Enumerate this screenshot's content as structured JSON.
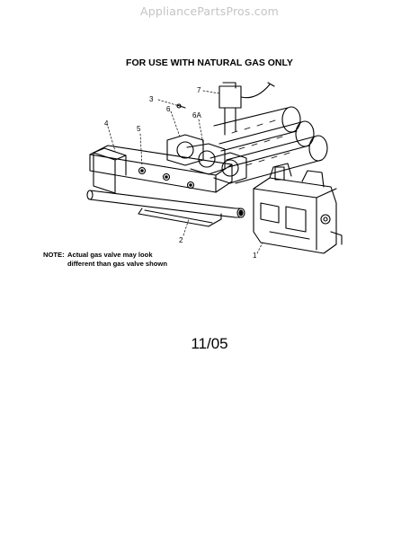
{
  "site": {
    "watermark": "AppliancePartsPros.com"
  },
  "diagram": {
    "title": "FOR USE WITH NATURAL GAS ONLY",
    "callouts": [
      "1",
      "2",
      "3",
      "4",
      "5",
      "6",
      "6A",
      "7"
    ],
    "note_label": "NOTE:",
    "note_line1": "Actual gas valve may look",
    "note_line2": "different than gas valve shown",
    "revision": "11/05"
  }
}
